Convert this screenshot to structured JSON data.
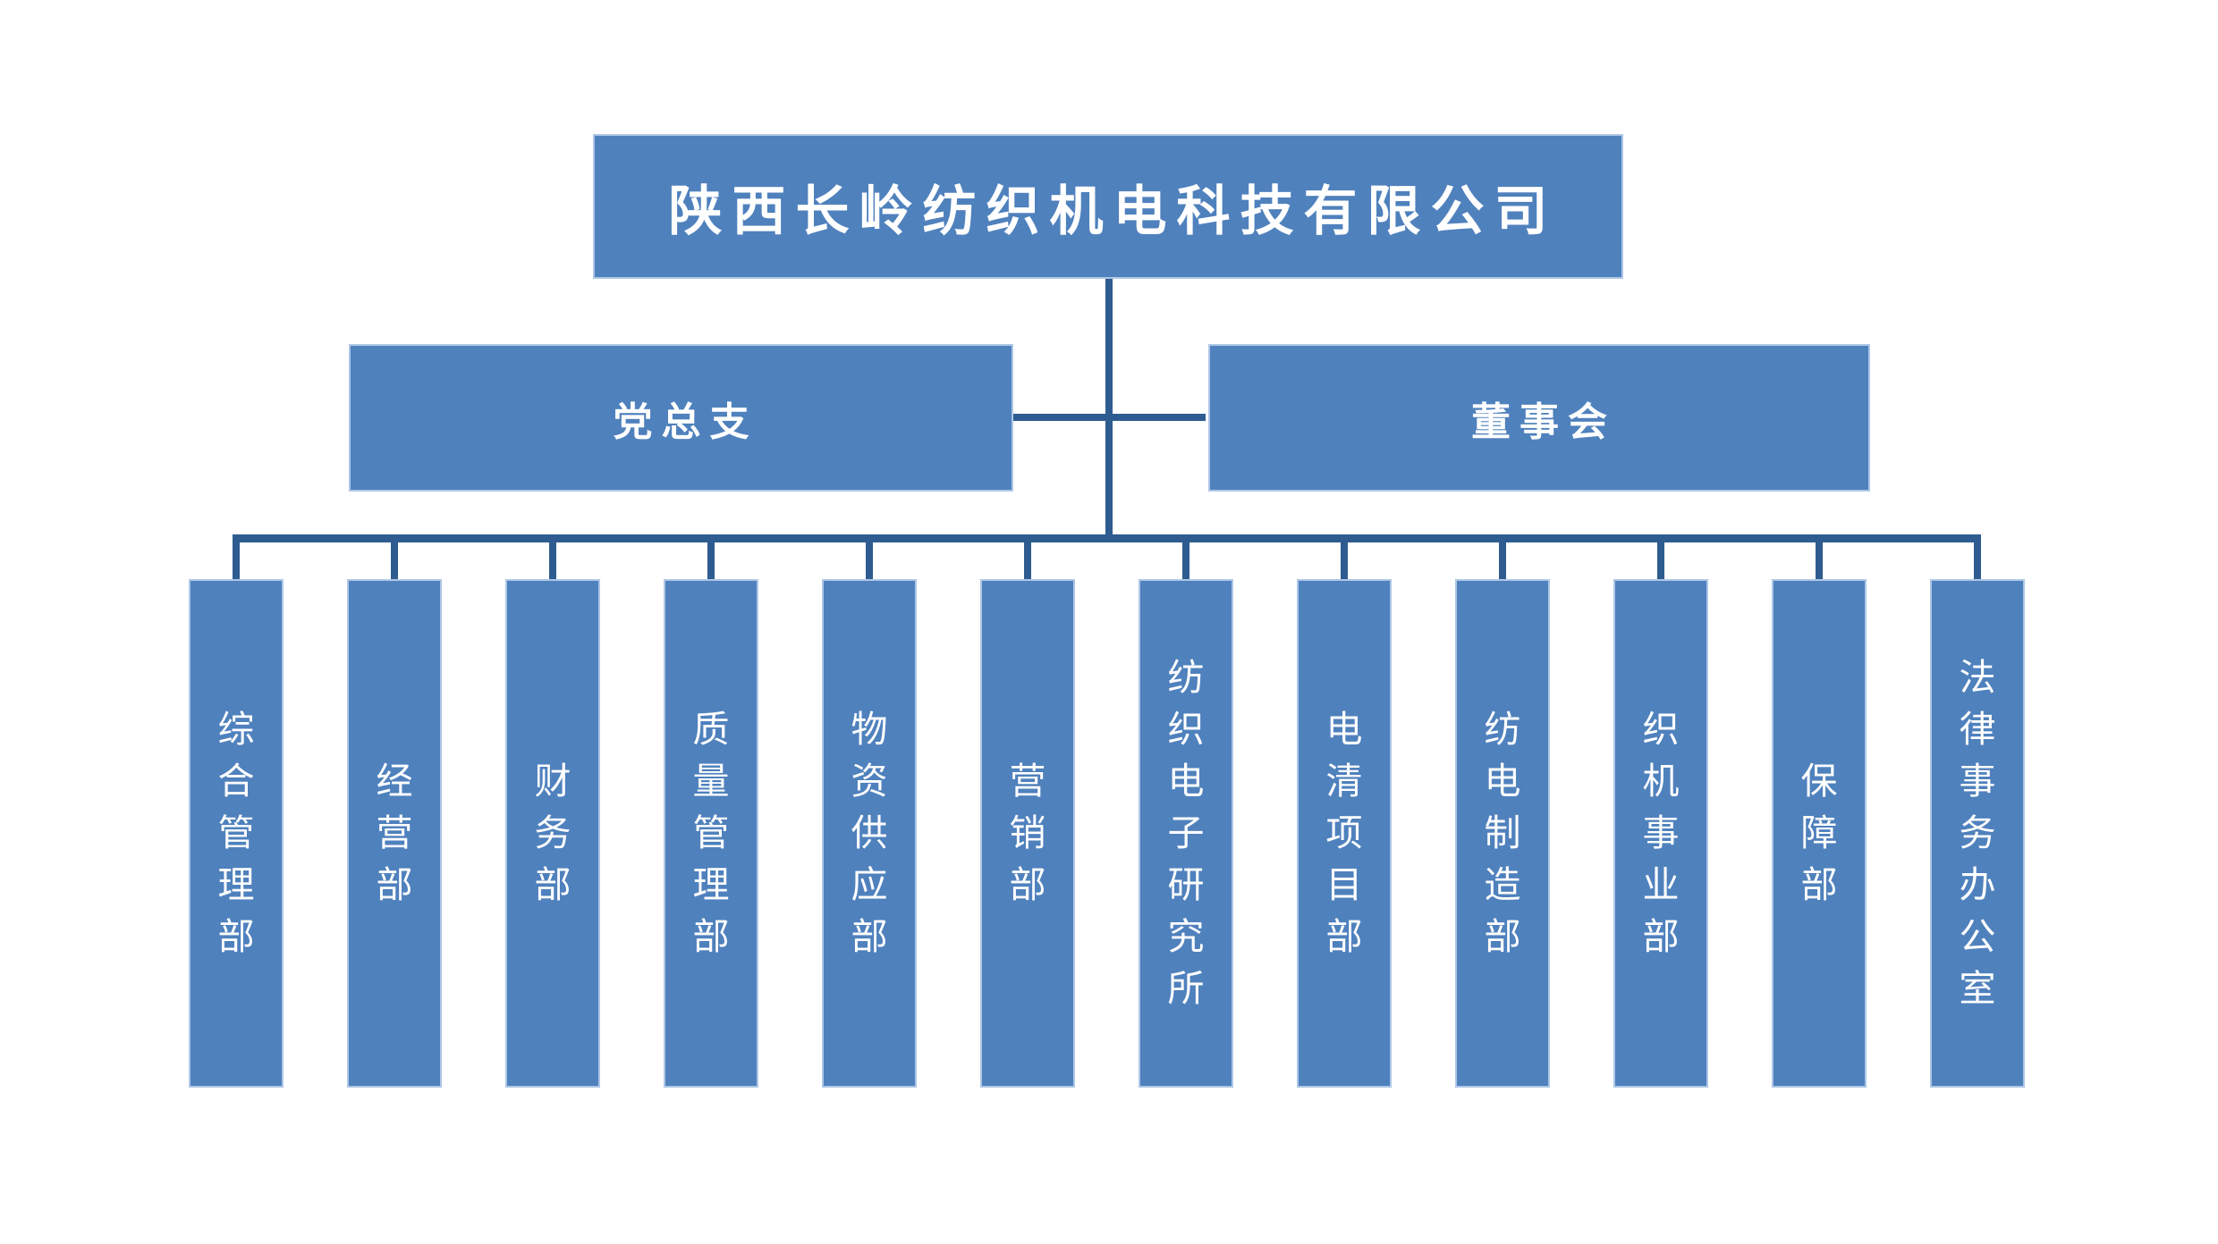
{
  "company": {
    "name": "陕西长岭纺织机电科技有限公司"
  },
  "governance": {
    "party_branch": "党总支",
    "board": "董事会"
  },
  "departments": [
    "综合管理部",
    "经营部",
    "财务部",
    "质量管理部",
    "物资供应部",
    "营销部",
    "纺织电子研究所",
    "电清项目部",
    "纺电制造部",
    "织机事业部",
    "保障部",
    "法律事务办公室"
  ],
  "colors": {
    "box_fill": "#4f81bd",
    "box_border": "#aec7e6",
    "connector_line": "#2e5c90",
    "text": "#ffffff",
    "background": "#ffffff"
  }
}
